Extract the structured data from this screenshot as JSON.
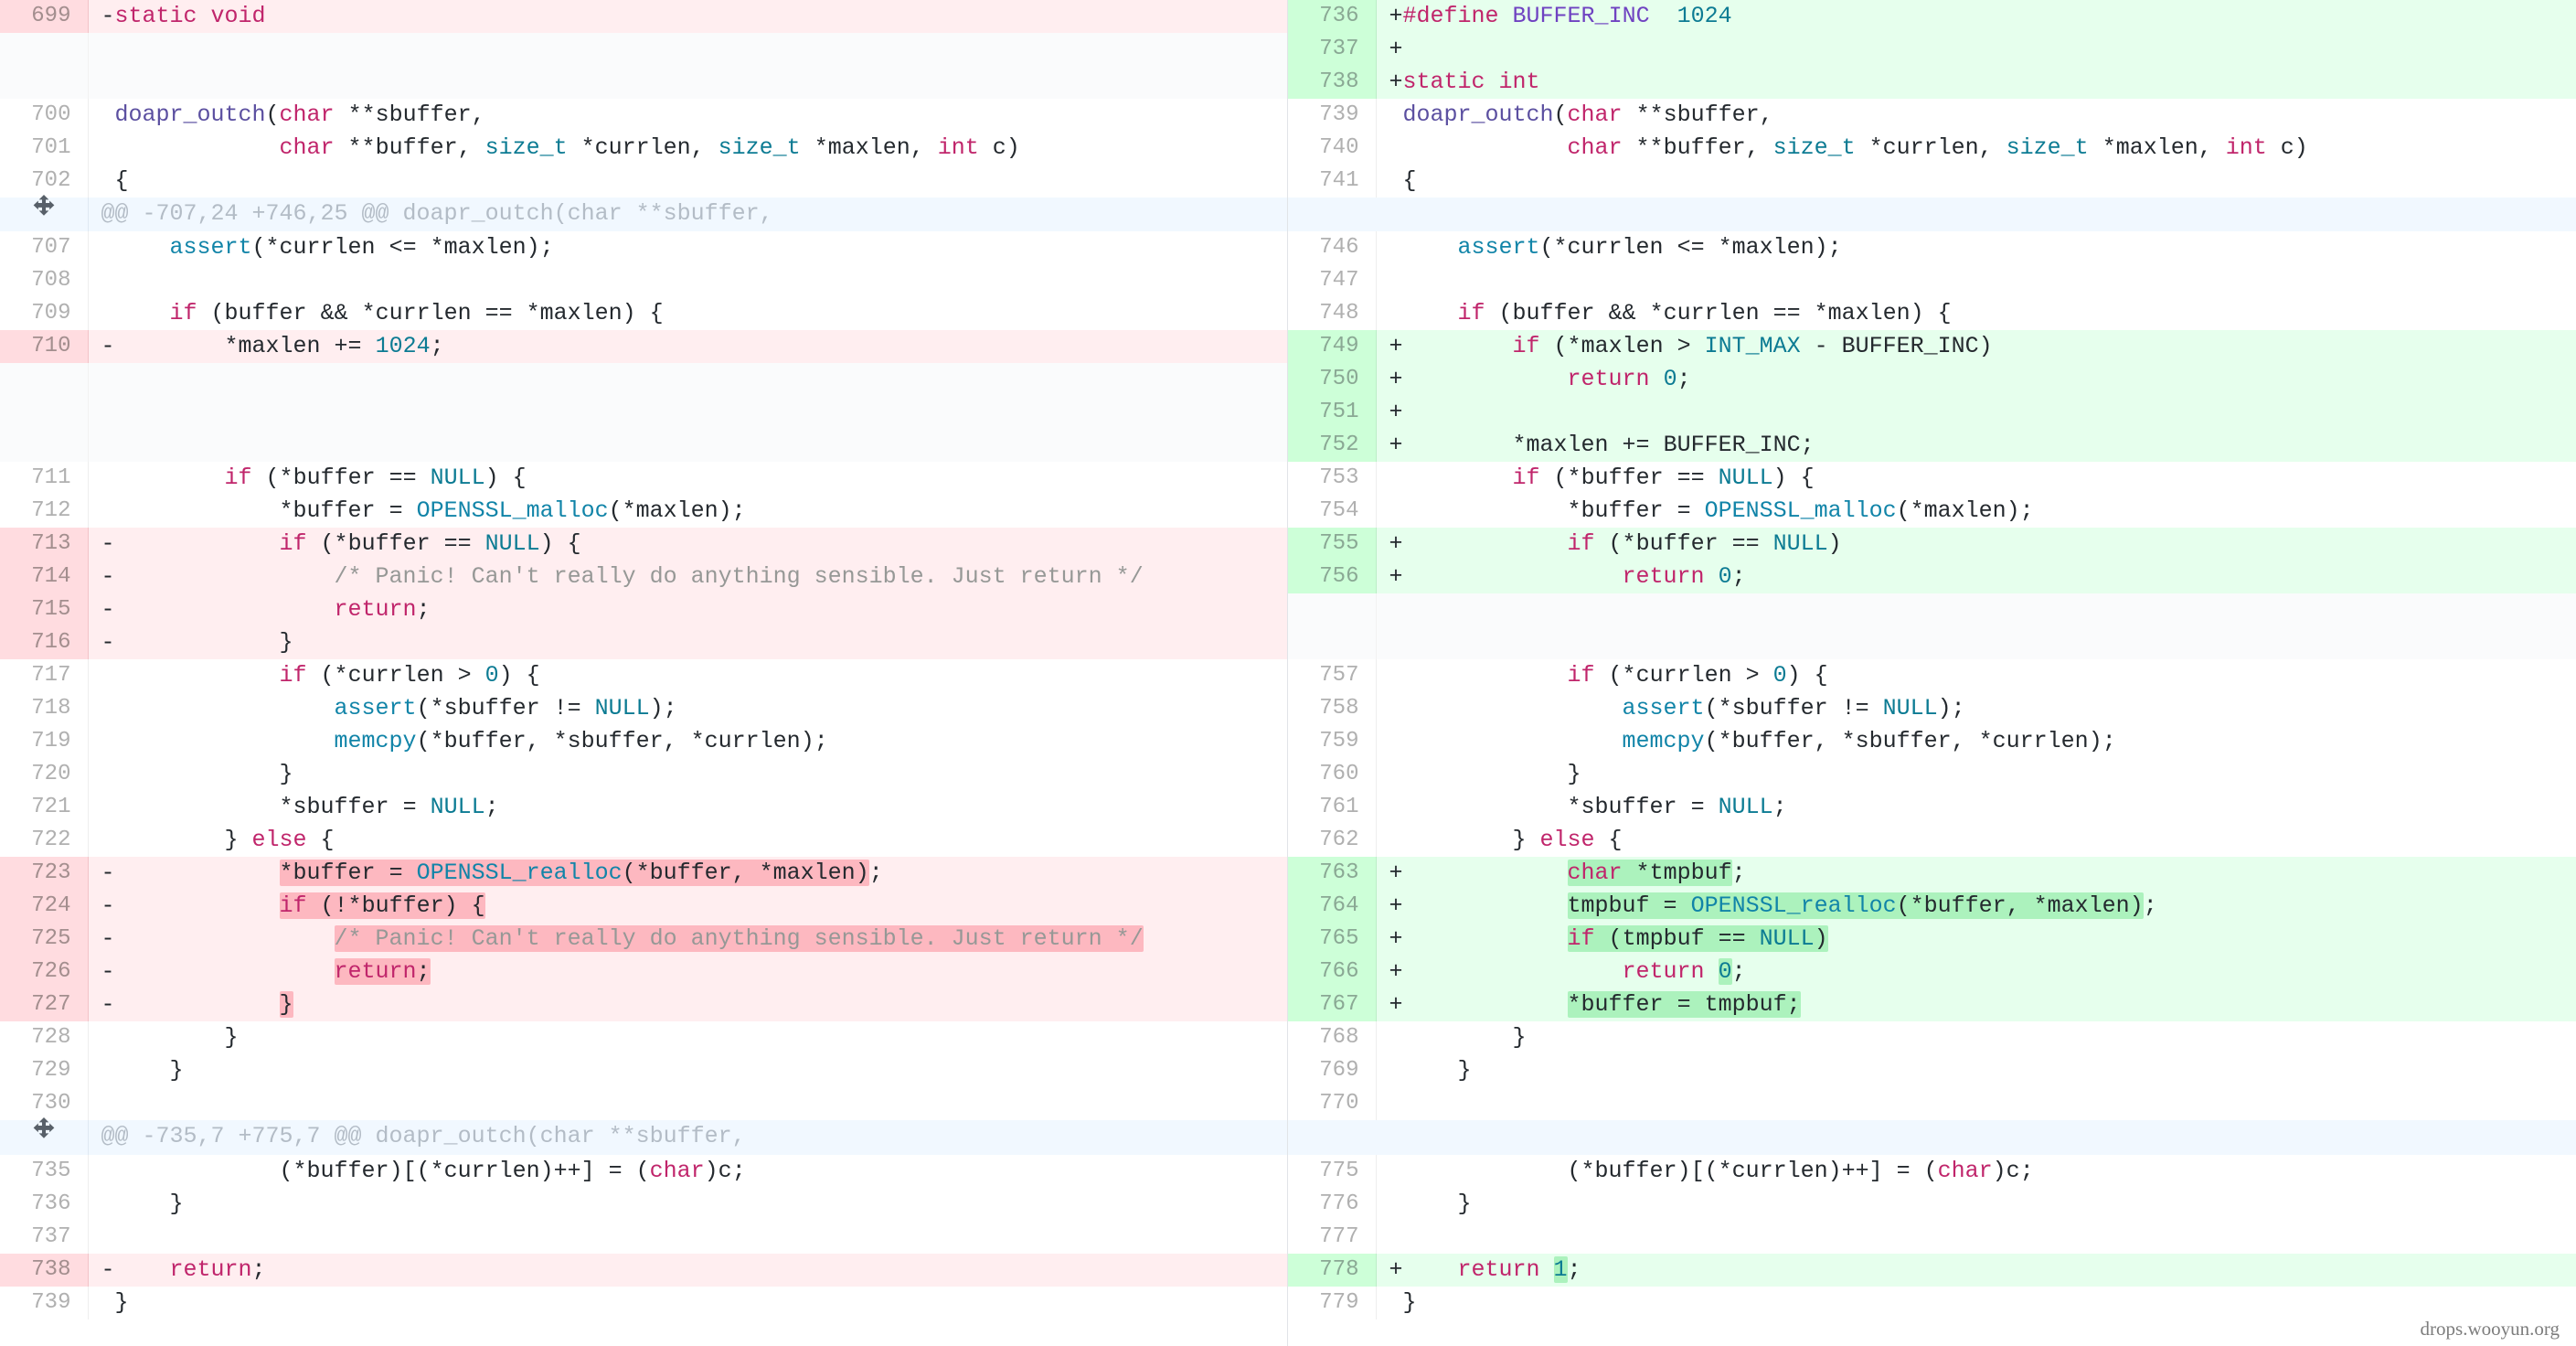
{
  "view": {
    "type": "split-diff",
    "watermark": "drops.wooyun.org",
    "colors": {
      "deletion_bg": "#ffeef0",
      "deletion_gutter_bg": "#ffdce0",
      "addition_bg": "#e6ffed",
      "addition_gutter_bg": "#cdffd8",
      "word_deletion_bg": "#fdb8c0",
      "word_addition_bg": "#acf2bd",
      "hunk_header_bg": "#f1f8ff",
      "empty_filler_bg": "#fafbfc"
    },
    "icons": {
      "expand": "unfold-icon"
    }
  },
  "hunks": [
    {
      "id": "hunk-1",
      "header": "@@ -707,24 +746,25 @@ doapr_outch(char **sbuffer,"
    },
    {
      "id": "hunk-2",
      "header": "@@ -735,7 +775,7 @@ doapr_outch(char **sbuffer,"
    }
  ],
  "rows": [
    {
      "kind": "change",
      "left": {
        "num": "699",
        "type": "del",
        "sign": "-",
        "text": "static void"
      },
      "right": {
        "num": "736",
        "type": "add",
        "sign": "+",
        "text": "#define BUFFER_INC  1024"
      }
    },
    {
      "kind": "change",
      "left": {
        "num": "",
        "type": "empty",
        "sign": "",
        "text": ""
      },
      "right": {
        "num": "737",
        "type": "add",
        "sign": "+",
        "text": ""
      }
    },
    {
      "kind": "change",
      "left": {
        "num": "",
        "type": "empty",
        "sign": "",
        "text": ""
      },
      "right": {
        "num": "738",
        "type": "add",
        "sign": "+",
        "text": "static int"
      }
    },
    {
      "kind": "context",
      "left": {
        "num": "700",
        "type": "ctx",
        "sign": " ",
        "text": "doapr_outch(char **sbuffer,"
      },
      "right": {
        "num": "739",
        "type": "ctx",
        "sign": " ",
        "text": "doapr_outch(char **sbuffer,"
      }
    },
    {
      "kind": "context",
      "left": {
        "num": "701",
        "type": "ctx",
        "sign": " ",
        "text": "            char **buffer, size_t *currlen, size_t *maxlen, int c)"
      },
      "right": {
        "num": "740",
        "type": "ctx",
        "sign": " ",
        "text": "            char **buffer, size_t *currlen, size_t *maxlen, int c)"
      }
    },
    {
      "kind": "context",
      "left": {
        "num": "702",
        "type": "ctx",
        "sign": " ",
        "text": "{"
      },
      "right": {
        "num": "741",
        "type": "ctx",
        "sign": " ",
        "text": "{"
      }
    },
    {
      "kind": "hunk",
      "hunk": 0
    },
    {
      "kind": "context",
      "left": {
        "num": "707",
        "type": "ctx",
        "sign": " ",
        "text": "    assert(*currlen <= *maxlen);"
      },
      "right": {
        "num": "746",
        "type": "ctx",
        "sign": " ",
        "text": "    assert(*currlen <= *maxlen);"
      }
    },
    {
      "kind": "context",
      "left": {
        "num": "708",
        "type": "ctx",
        "sign": " ",
        "text": ""
      },
      "right": {
        "num": "747",
        "type": "ctx",
        "sign": " ",
        "text": ""
      }
    },
    {
      "kind": "context",
      "left": {
        "num": "709",
        "type": "ctx",
        "sign": " ",
        "text": "    if (buffer && *currlen == *maxlen) {"
      },
      "right": {
        "num": "748",
        "type": "ctx",
        "sign": " ",
        "text": "    if (buffer && *currlen == *maxlen) {"
      }
    },
    {
      "kind": "change",
      "left": {
        "num": "710",
        "type": "del",
        "sign": "-",
        "text": "        *maxlen += 1024;"
      },
      "right": {
        "num": "749",
        "type": "add",
        "sign": "+",
        "text": "        if (*maxlen > INT_MAX - BUFFER_INC)"
      }
    },
    {
      "kind": "change",
      "left": {
        "num": "",
        "type": "empty",
        "sign": "",
        "text": ""
      },
      "right": {
        "num": "750",
        "type": "add",
        "sign": "+",
        "text": "            return 0;"
      }
    },
    {
      "kind": "change",
      "left": {
        "num": "",
        "type": "empty",
        "sign": "",
        "text": ""
      },
      "right": {
        "num": "751",
        "type": "add",
        "sign": "+",
        "text": ""
      }
    },
    {
      "kind": "change",
      "left": {
        "num": "",
        "type": "empty",
        "sign": "",
        "text": ""
      },
      "right": {
        "num": "752",
        "type": "add",
        "sign": "+",
        "text": "        *maxlen += BUFFER_INC;"
      }
    },
    {
      "kind": "context",
      "left": {
        "num": "711",
        "type": "ctx",
        "sign": " ",
        "text": "        if (*buffer == NULL) {"
      },
      "right": {
        "num": "753",
        "type": "ctx",
        "sign": " ",
        "text": "        if (*buffer == NULL) {"
      }
    },
    {
      "kind": "context",
      "left": {
        "num": "712",
        "type": "ctx",
        "sign": " ",
        "text": "            *buffer = OPENSSL_malloc(*maxlen);"
      },
      "right": {
        "num": "754",
        "type": "ctx",
        "sign": " ",
        "text": "            *buffer = OPENSSL_malloc(*maxlen);"
      }
    },
    {
      "kind": "change",
      "left": {
        "num": "713",
        "type": "del",
        "sign": "-",
        "text": "            if (*buffer == NULL) {"
      },
      "right": {
        "num": "755",
        "type": "add",
        "sign": "+",
        "text": "            if (*buffer == NULL)"
      }
    },
    {
      "kind": "change",
      "left": {
        "num": "714",
        "type": "del",
        "sign": "-",
        "text": "                /* Panic! Can't really do anything sensible. Just return */"
      },
      "right": {
        "num": "756",
        "type": "add",
        "sign": "+",
        "text": "                return 0;"
      }
    },
    {
      "kind": "change",
      "left": {
        "num": "715",
        "type": "del",
        "sign": "-",
        "text": "                return;"
      },
      "right": {
        "num": "",
        "type": "empty",
        "sign": "",
        "text": ""
      }
    },
    {
      "kind": "change",
      "left": {
        "num": "716",
        "type": "del",
        "sign": "-",
        "text": "            }"
      },
      "right": {
        "num": "",
        "type": "empty",
        "sign": "",
        "text": ""
      }
    },
    {
      "kind": "context",
      "left": {
        "num": "717",
        "type": "ctx",
        "sign": " ",
        "text": "            if (*currlen > 0) {"
      },
      "right": {
        "num": "757",
        "type": "ctx",
        "sign": " ",
        "text": "            if (*currlen > 0) {"
      }
    },
    {
      "kind": "context",
      "left": {
        "num": "718",
        "type": "ctx",
        "sign": " ",
        "text": "                assert(*sbuffer != NULL);"
      },
      "right": {
        "num": "758",
        "type": "ctx",
        "sign": " ",
        "text": "                assert(*sbuffer != NULL);"
      }
    },
    {
      "kind": "context",
      "left": {
        "num": "719",
        "type": "ctx",
        "sign": " ",
        "text": "                memcpy(*buffer, *sbuffer, *currlen);"
      },
      "right": {
        "num": "759",
        "type": "ctx",
        "sign": " ",
        "text": "                memcpy(*buffer, *sbuffer, *currlen);"
      }
    },
    {
      "kind": "context",
      "left": {
        "num": "720",
        "type": "ctx",
        "sign": " ",
        "text": "            }"
      },
      "right": {
        "num": "760",
        "type": "ctx",
        "sign": " ",
        "text": "            }"
      }
    },
    {
      "kind": "context",
      "left": {
        "num": "721",
        "type": "ctx",
        "sign": " ",
        "text": "            *sbuffer = NULL;"
      },
      "right": {
        "num": "761",
        "type": "ctx",
        "sign": " ",
        "text": "            *sbuffer = NULL;"
      }
    },
    {
      "kind": "context",
      "left": {
        "num": "722",
        "type": "ctx",
        "sign": " ",
        "text": "        } else {"
      },
      "right": {
        "num": "762",
        "type": "ctx",
        "sign": " ",
        "text": "        } else {"
      }
    },
    {
      "kind": "change",
      "left": {
        "num": "723",
        "type": "del",
        "sign": "-",
        "text": "            *buffer = OPENSSL_realloc(*buffer, *maxlen);"
      },
      "right": {
        "num": "763",
        "type": "add",
        "sign": "+",
        "text": "            char *tmpbuf;"
      }
    },
    {
      "kind": "change",
      "left": {
        "num": "724",
        "type": "del",
        "sign": "-",
        "text": "            if (!*buffer) {"
      },
      "right": {
        "num": "764",
        "type": "add",
        "sign": "+",
        "text": "            tmpbuf = OPENSSL_realloc(*buffer, *maxlen);"
      }
    },
    {
      "kind": "change",
      "left": {
        "num": "725",
        "type": "del",
        "sign": "-",
        "text": "                /* Panic! Can't really do anything sensible. Just return */"
      },
      "right": {
        "num": "765",
        "type": "add",
        "sign": "+",
        "text": "            if (tmpbuf == NULL)"
      }
    },
    {
      "kind": "change",
      "left": {
        "num": "726",
        "type": "del",
        "sign": "-",
        "text": "                return;"
      },
      "right": {
        "num": "766",
        "type": "add",
        "sign": "+",
        "text": "                return 0;"
      }
    },
    {
      "kind": "change",
      "left": {
        "num": "727",
        "type": "del",
        "sign": "-",
        "text": "            }"
      },
      "right": {
        "num": "767",
        "type": "add",
        "sign": "+",
        "text": "            *buffer = tmpbuf;"
      }
    },
    {
      "kind": "context",
      "left": {
        "num": "728",
        "type": "ctx",
        "sign": " ",
        "text": "        }"
      },
      "right": {
        "num": "768",
        "type": "ctx",
        "sign": " ",
        "text": "        }"
      }
    },
    {
      "kind": "context",
      "left": {
        "num": "729",
        "type": "ctx",
        "sign": " ",
        "text": "    }"
      },
      "right": {
        "num": "769",
        "type": "ctx",
        "sign": " ",
        "text": "    }"
      }
    },
    {
      "kind": "context",
      "left": {
        "num": "730",
        "type": "ctx",
        "sign": " ",
        "text": ""
      },
      "right": {
        "num": "770",
        "type": "ctx",
        "sign": " ",
        "text": ""
      }
    },
    {
      "kind": "hunk",
      "hunk": 1
    },
    {
      "kind": "context",
      "left": {
        "num": "735",
        "type": "ctx",
        "sign": " ",
        "text": "            (*buffer)[(*currlen)++] = (char)c;"
      },
      "right": {
        "num": "775",
        "type": "ctx",
        "sign": " ",
        "text": "            (*buffer)[(*currlen)++] = (char)c;"
      }
    },
    {
      "kind": "context",
      "left": {
        "num": "736",
        "type": "ctx",
        "sign": " ",
        "text": "    }"
      },
      "right": {
        "num": "776",
        "type": "ctx",
        "sign": " ",
        "text": "    }"
      }
    },
    {
      "kind": "context",
      "left": {
        "num": "737",
        "type": "ctx",
        "sign": " ",
        "text": ""
      },
      "right": {
        "num": "777",
        "type": "ctx",
        "sign": " ",
        "text": ""
      }
    },
    {
      "kind": "change",
      "left": {
        "num": "738",
        "type": "del",
        "sign": "-",
        "text": "    return;"
      },
      "right": {
        "num": "778",
        "type": "add",
        "sign": "+",
        "text": "    return 1;"
      }
    },
    {
      "kind": "context",
      "left": {
        "num": "739",
        "type": "ctx",
        "sign": " ",
        "text": "}"
      },
      "right": {
        "num": "779",
        "type": "ctx",
        "sign": " ",
        "text": "}"
      }
    }
  ]
}
